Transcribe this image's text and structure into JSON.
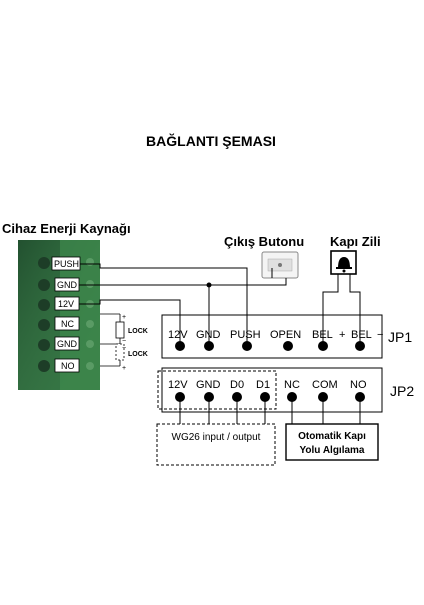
{
  "title": "BAĞLANTI ŞEMASI",
  "power_label": "Cihaz Enerji Kaynağı",
  "exit_button_label": "Çıkış Butonu",
  "doorbell_label": "Kapı Zili",
  "board_terminals": [
    "PUSH",
    "GND",
    "12V",
    "NC",
    "GND",
    "NO"
  ],
  "lock_labels": [
    "LOCK",
    "LOCK"
  ],
  "lock_polarity": [
    "+",
    "−",
    "−",
    "+"
  ],
  "jp1": {
    "name": "JP1",
    "pins": [
      "12V",
      "GND",
      "PUSH",
      "OPEN",
      "BEL",
      "+",
      "BEL",
      "−"
    ]
  },
  "jp2": {
    "name": "JP2",
    "pins": [
      "12V",
      "GND",
      "D0",
      "D1",
      "NC",
      "COM",
      "NO"
    ]
  },
  "wg26_label": "WG26 input / output",
  "auto_door_label_1": "Otomatik Kapı",
  "auto_door_label_2": "Yolu Algılama",
  "colors": {
    "board_green": "#3d7a4a",
    "board_dark": "#1f4a2c",
    "terminal_green": "#2f8a3c"
  }
}
